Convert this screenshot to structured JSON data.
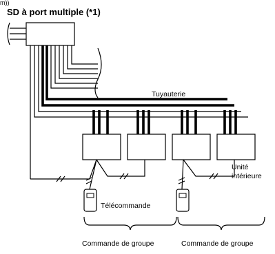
{
  "cut_label": "m))",
  "title": "SD à port multiple (*1)",
  "piping_label": "Tuyauterie",
  "indoor_unit_label_line1": "Unité",
  "indoor_unit_label_line2": "intérieure",
  "remote_label": "Télécommande",
  "group_label_1": "Commande de groupe",
  "group_label_2": "Commande de groupe"
}
